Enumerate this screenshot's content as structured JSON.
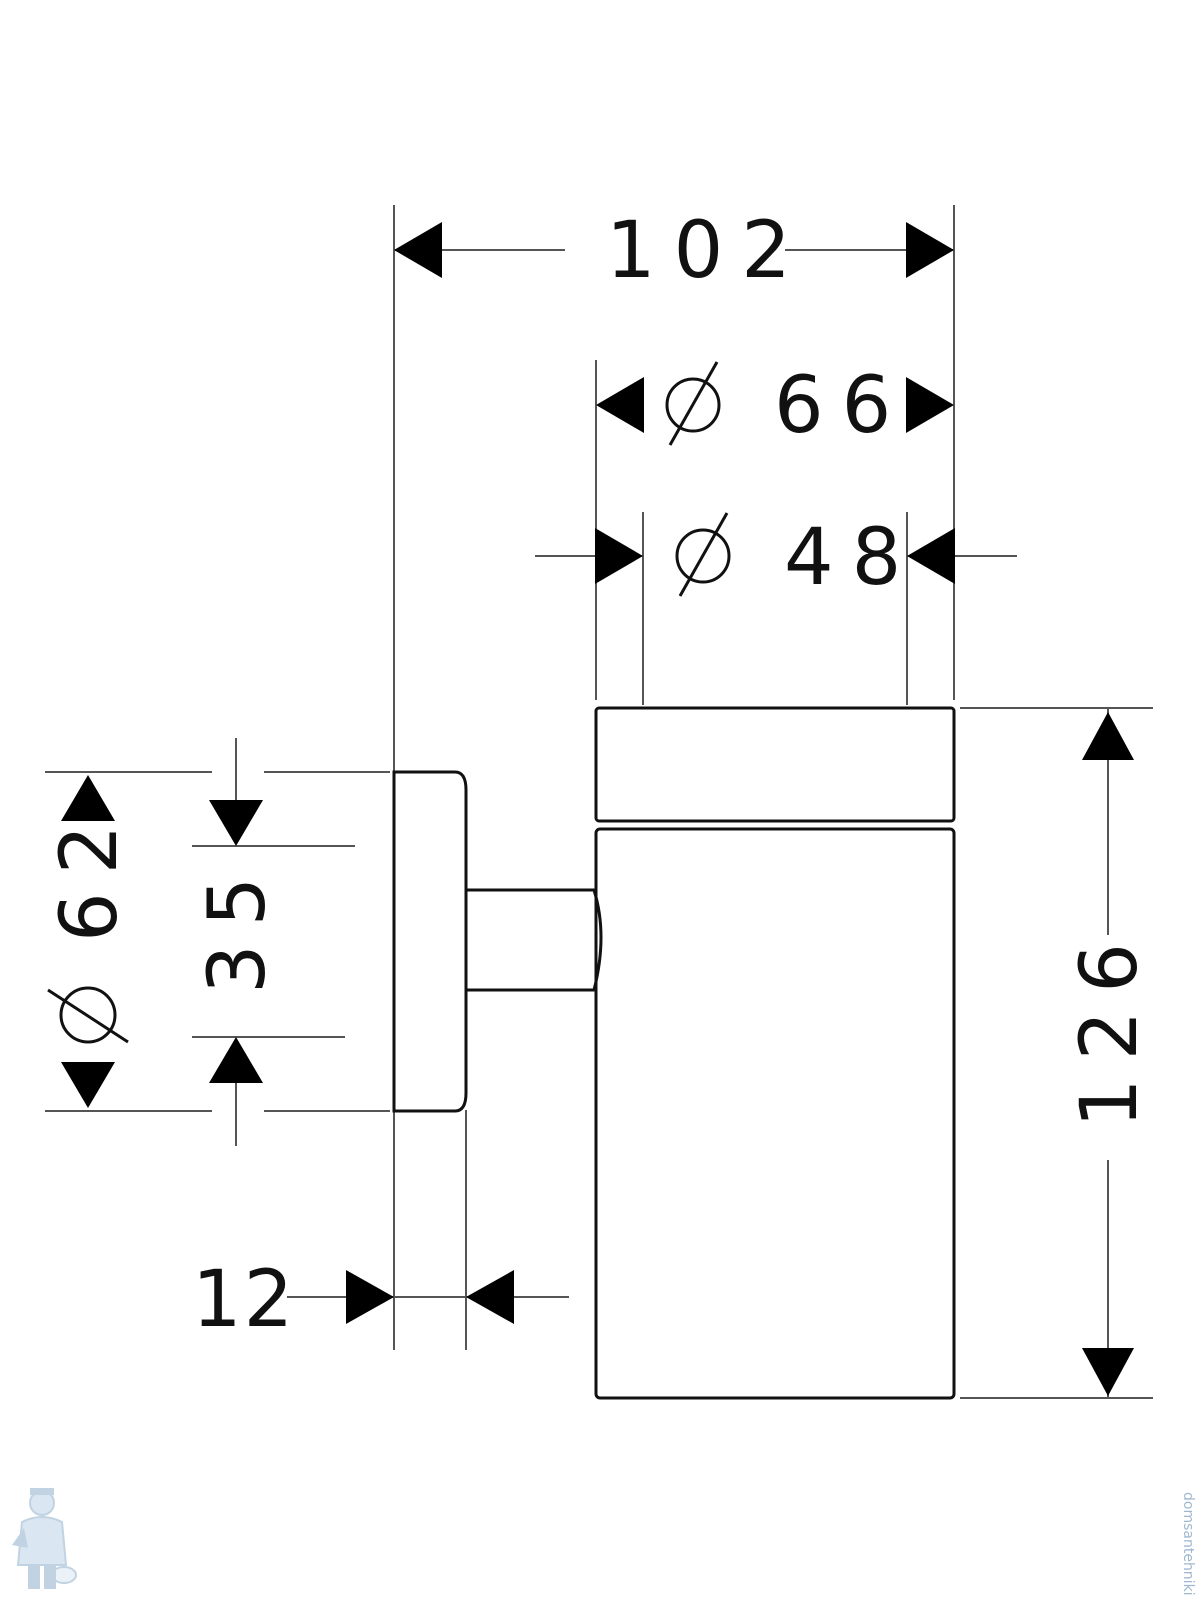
{
  "dimensions": {
    "overall_width": "102",
    "outer_diameter": "66",
    "inner_diameter": "48",
    "height": "126",
    "rosette_diameter": "62",
    "rosette_spacing": "35",
    "rosette_depth": "12"
  },
  "symbols": {
    "diameter": "⌀"
  },
  "watermark": {
    "icon": "plumber-mascot-icon",
    "text": "domsantehniki"
  }
}
